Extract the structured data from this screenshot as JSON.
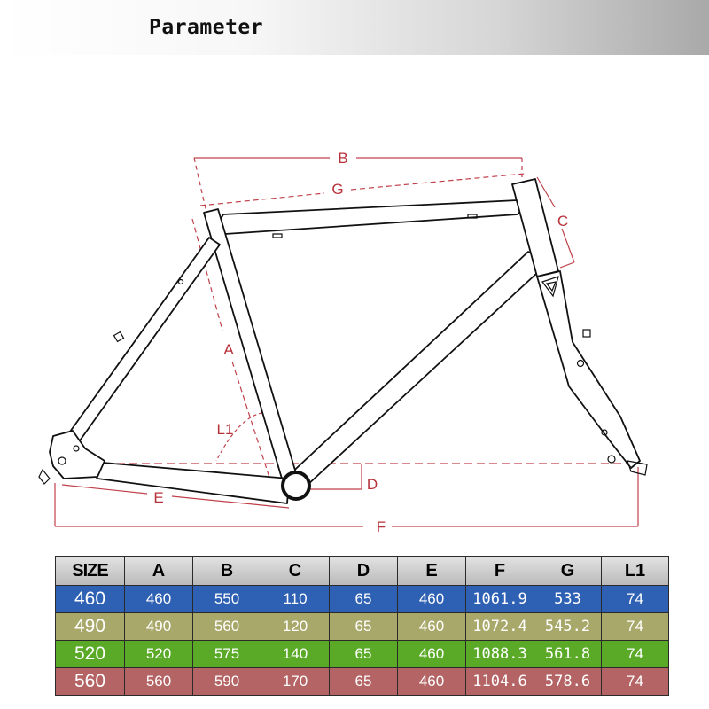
{
  "page": {
    "title": "Parameter"
  },
  "diagram": {
    "dimension_labels": [
      "B",
      "G",
      "C",
      "A",
      "L1",
      "D",
      "E",
      "F"
    ]
  },
  "spec_table": {
    "headers": [
      "SIZE",
      "A",
      "B",
      "C",
      "D",
      "E",
      "F",
      "G",
      "L1"
    ],
    "rows": [
      {
        "size": "460",
        "cells": [
          "460",
          "550",
          "110",
          "65",
          "460",
          "1061.9",
          "533",
          "74"
        ],
        "color": "#2e60b4"
      },
      {
        "size": "490",
        "cells": [
          "490",
          "560",
          "120",
          "65",
          "460",
          "1072.4",
          "545.2",
          "74"
        ],
        "color": "#a8a86a"
      },
      {
        "size": "520",
        "cells": [
          "520",
          "575",
          "140",
          "65",
          "460",
          "1088.3",
          "561.8",
          "74"
        ],
        "color": "#5aaa28"
      },
      {
        "size": "560",
        "cells": [
          "560",
          "590",
          "170",
          "65",
          "460",
          "1104.6",
          "578.6",
          "74"
        ],
        "color": "#b46464"
      }
    ]
  },
  "colors": {
    "annotation": "#b8323b",
    "frame_line": "#111111"
  }
}
